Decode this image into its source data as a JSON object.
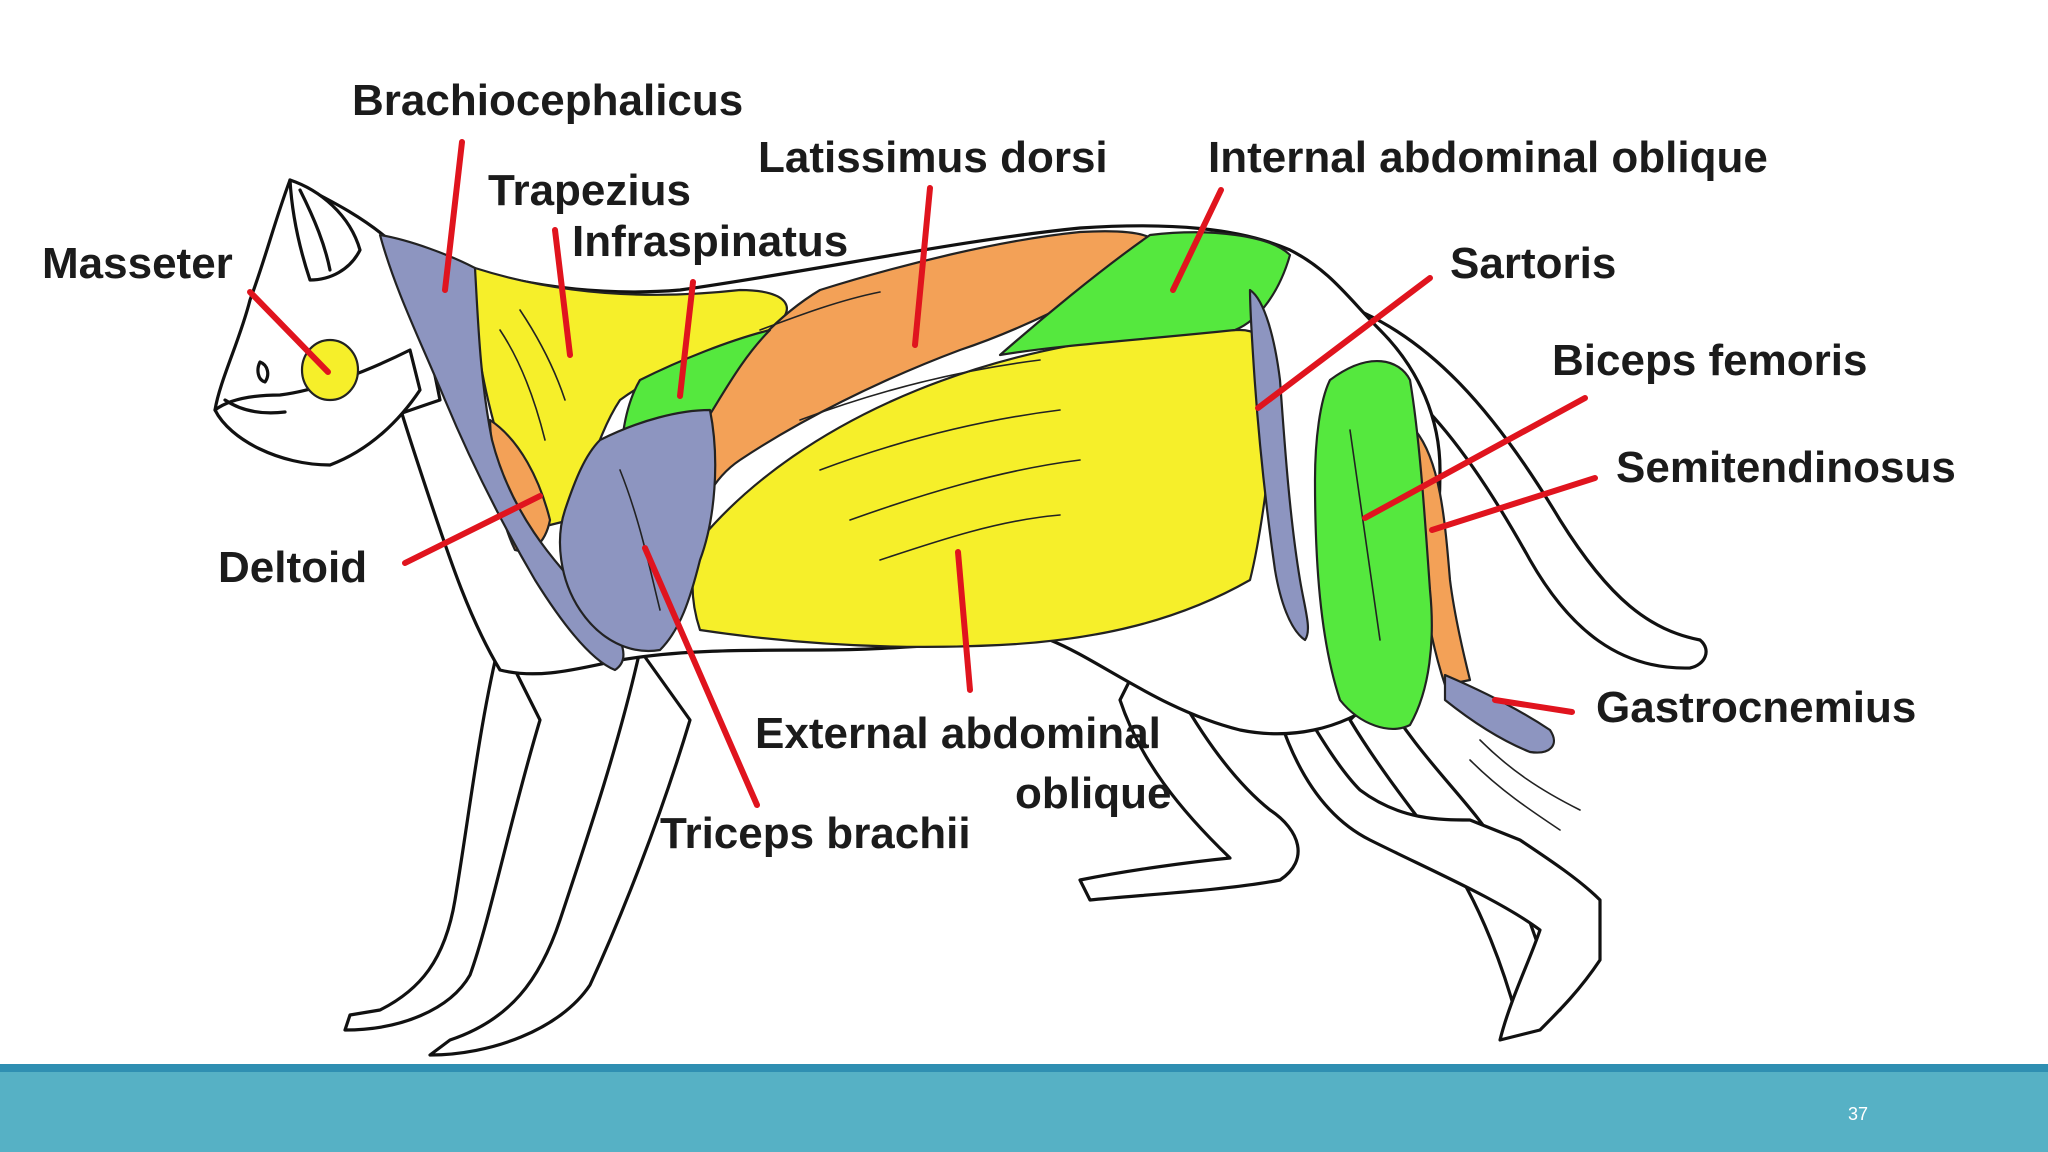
{
  "labels": {
    "masseter": "Masseter",
    "brachiocephalicus": "Brachiocephalicus",
    "trapezius": "Trapezius",
    "infraspinatus": "Infraspinatus",
    "latissimus": "Latissimus dorsi",
    "internal_oblique": "Internal abdominal oblique",
    "sartoris": "Sartoris",
    "biceps_femoris": "Biceps femoris",
    "semitendinosus": "Semitendinosus",
    "deltoid": "Deltoid",
    "external_oblique_line1": "External abdominal",
    "external_oblique_line2": "oblique",
    "triceps": "Triceps brachii",
    "gastrocnemius": "Gastrocnemius"
  },
  "colors": {
    "yellow": "#f6ef2a",
    "orange": "#f3a157",
    "green": "#55e83e",
    "blue_gray": "#8d95c0",
    "leader": "#e0141e",
    "footer": "#56b1c5"
  },
  "footer": {
    "page_number": "37"
  }
}
